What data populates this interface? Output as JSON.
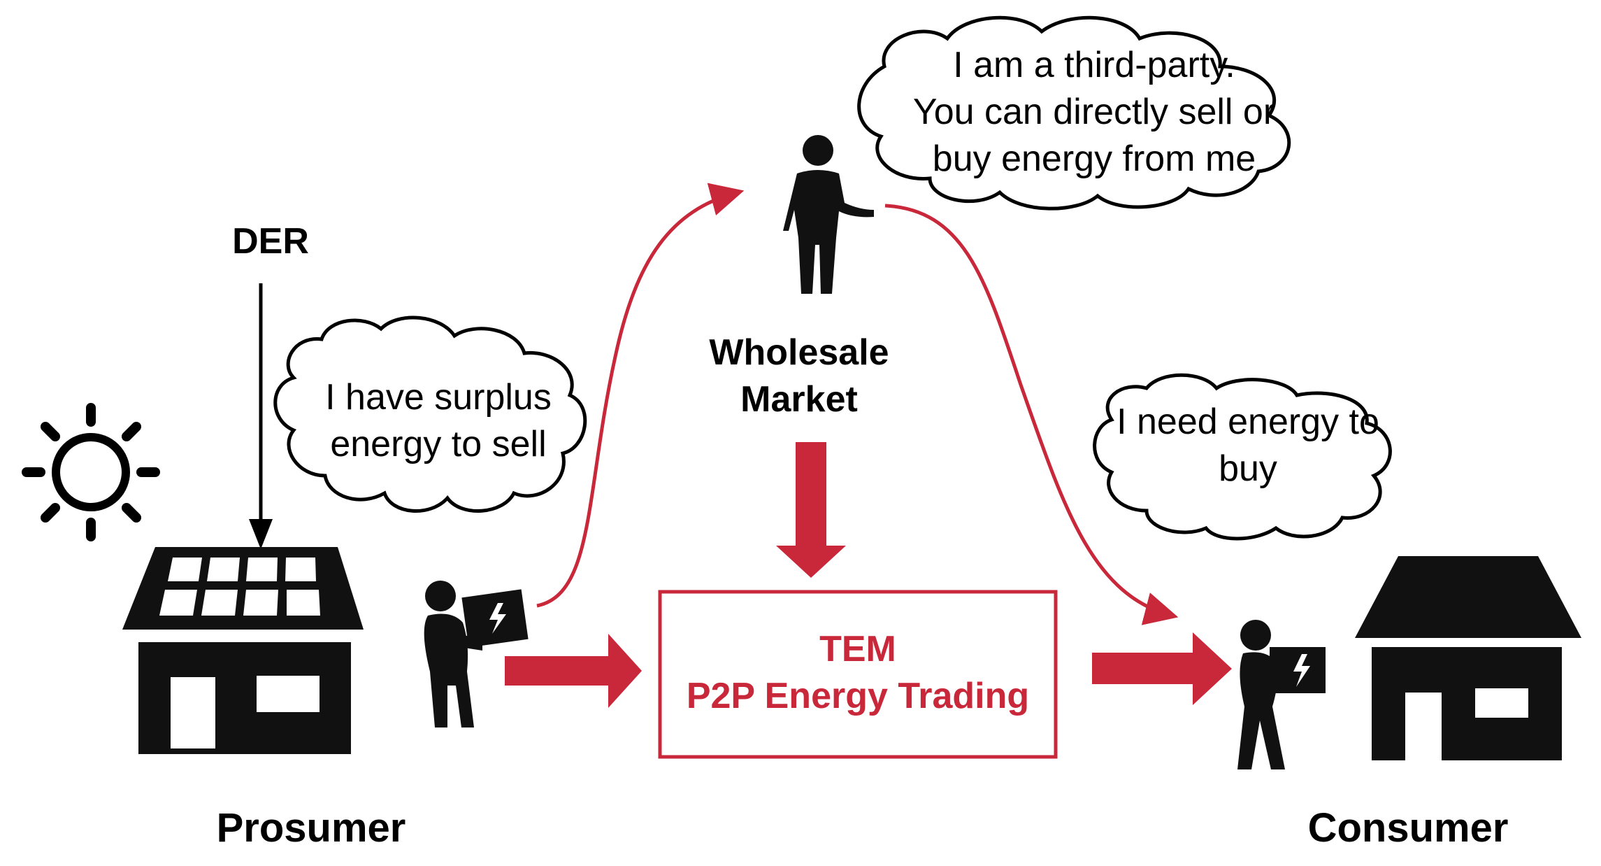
{
  "labels": {
    "der": "DER",
    "prosumer": "Prosumer",
    "consumer": "Consumer",
    "wholesale_line1": "Wholesale",
    "wholesale_line2": "Market"
  },
  "center_box": {
    "line1": "TEM",
    "line2": "P2P Energy Trading"
  },
  "bubbles": {
    "prosumer": [
      "I have surplus",
      "energy to sell"
    ],
    "market": [
      "I am a third-party.",
      "You can  directly sell or",
      "buy energy from me"
    ],
    "consumer": [
      "I need energy to",
      "buy"
    ]
  },
  "icons": {
    "sun": "sun-icon",
    "prosumer_house": "house-with-solar-panels-icon",
    "consumer_house": "house-icon",
    "market_person": "person-icon",
    "prosumer_carrier": "person-carrying-energy-box-icon",
    "consumer_carrier": "person-carrying-energy-box-icon"
  },
  "colors": {
    "accent_red": "#c8283a",
    "ink": "#000000",
    "background": "#ffffff"
  }
}
